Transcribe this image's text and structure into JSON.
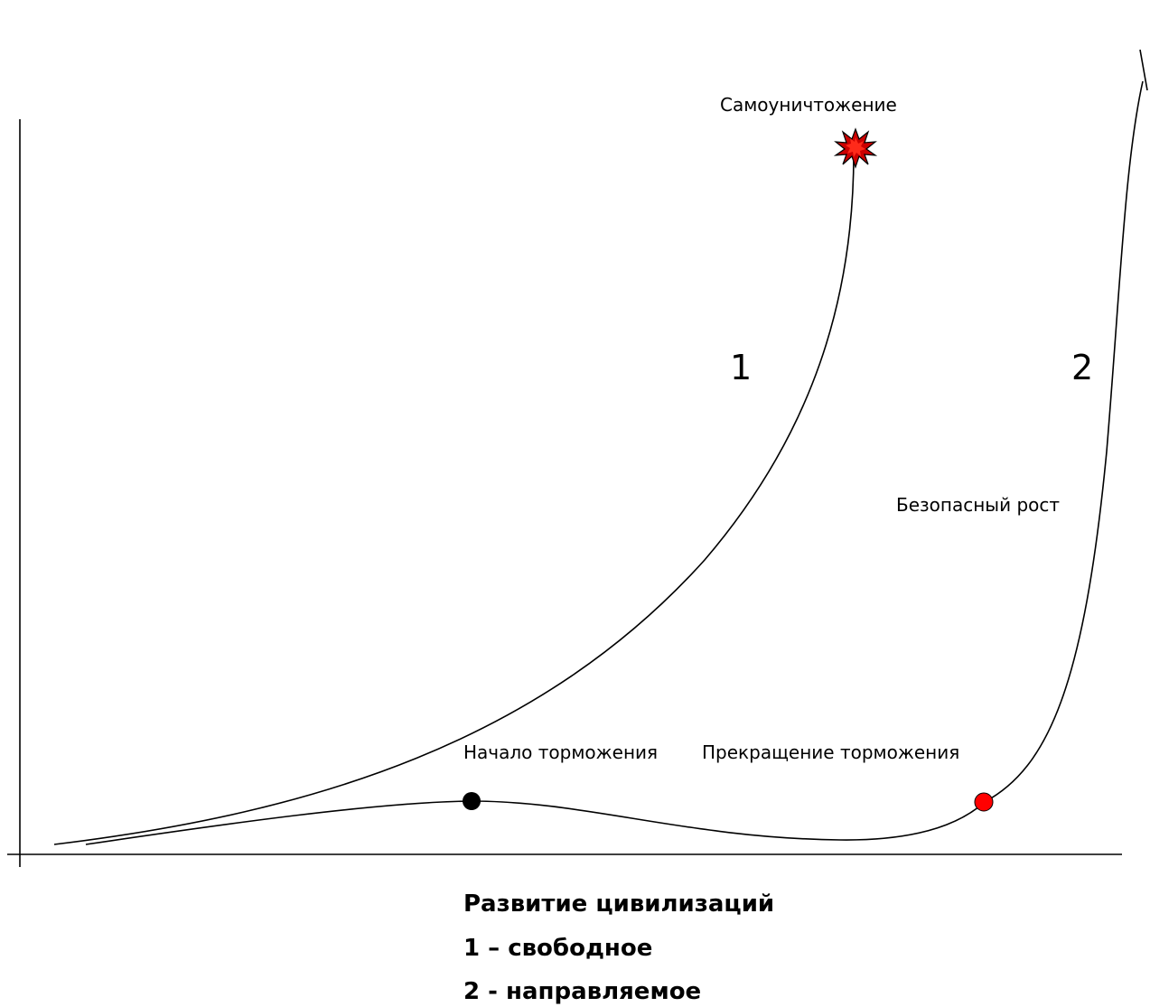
{
  "labels": {
    "self_destruction": "Самоуничтожение",
    "safe_growth": "Безопасный рост",
    "braking_start": "Начало торможения",
    "braking_stop": "Прекращение торможения"
  },
  "curves": {
    "curve_1_label": "1",
    "curve_2_label": "2"
  },
  "caption": {
    "title": "Развитие цивилизаций",
    "line_1": "1 – свободное",
    "line_2": "2 - направляемое"
  },
  "colors": {
    "line": "#000000",
    "braking_start_marker": "#000000",
    "braking_stop_marker": "#ff0000",
    "explosion_outer": "#cc0000",
    "explosion_inner": "#ff2a1a"
  },
  "icons": {
    "explosion": "explosion-icon"
  }
}
